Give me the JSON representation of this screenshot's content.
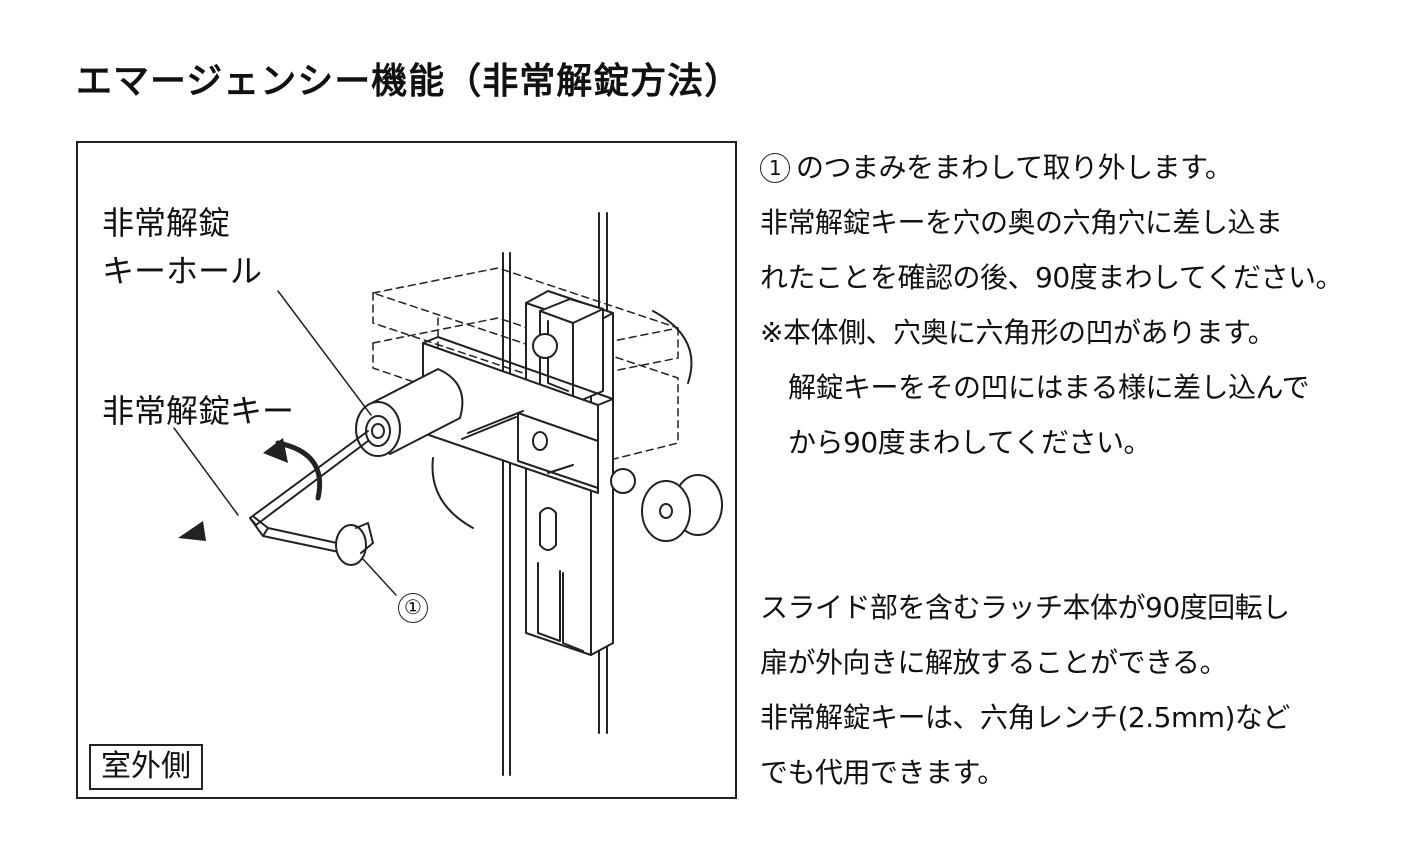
{
  "title": "エマージェンシー機能（非常解錠方法）",
  "figure": {
    "keyhole_label_line1": "非常解錠",
    "keyhole_label_line2": "キーホール",
    "key_label": "非常解錠キー",
    "part_number": "①",
    "outdoor_label": "室外側"
  },
  "instructions": {
    "step_number": "1",
    "paragraph1": [
      "のつまみをまわして取り外します。",
      "非常解錠キーを穴の奥の六角穴に差し込ま",
      "れたことを確認の後、90度まわしてください。",
      "※本体側、穴奥に六角形の凹があります。"
    ],
    "note": [
      "解錠キーをその凹にはまる様に差し込んで",
      "から90度まわしてください。"
    ],
    "paragraph2": [
      "スライド部を含むラッチ本体が90度回転し",
      "扉が外向きに解放することができる。",
      "非常解錠キーは、六角レンチ(2.5mm)など",
      "でも代用できます。"
    ]
  }
}
